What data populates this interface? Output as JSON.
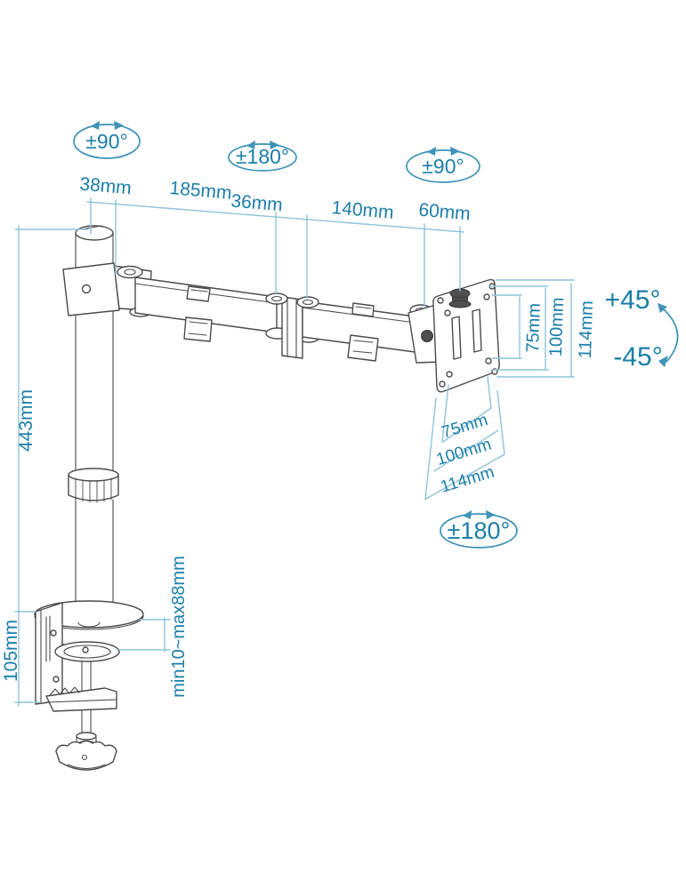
{
  "diagram": {
    "badges": {
      "pole_swivel": "±90°",
      "mid_joint": "±180°",
      "vesa_swivel": "±90°",
      "vesa_rotate": "±180°"
    },
    "tilt": {
      "up": "+45°",
      "down": "-45°"
    },
    "top_dims": [
      "38mm",
      "185mm",
      "36mm",
      "140mm",
      "60mm"
    ],
    "vesa": {
      "vertical": [
        "75mm",
        "100mm",
        "114mm"
      ],
      "horizontal": [
        "75mm",
        "100mm",
        "114mm"
      ]
    },
    "left": {
      "pole_height": "443mm",
      "clamp_height": "105mm"
    },
    "clamp": {
      "desk_thickness": "min10~max88mm"
    }
  },
  "colors": {
    "dimension_text": "#1b7ea9",
    "dimension_line": "#8ec3da",
    "badge_stroke": "#3e93b6",
    "drawing_line": "#4b4b4b",
    "background": "#ffffff"
  }
}
